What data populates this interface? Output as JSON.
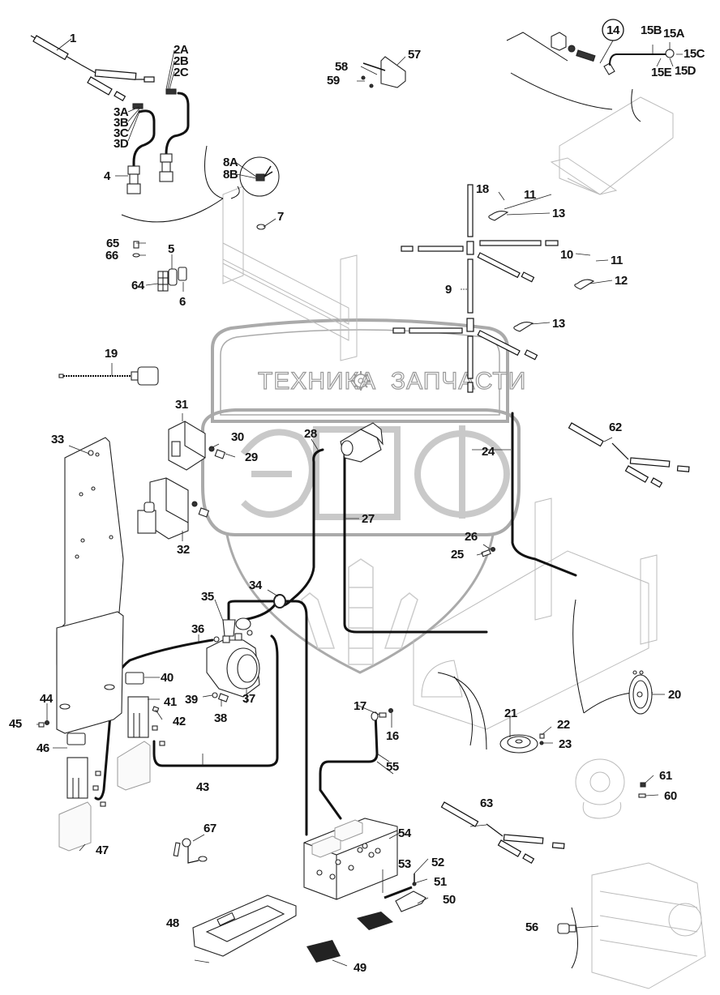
{
  "title": "Electrical system – exploded parts diagram",
  "watermark": {
    "top_left": "ТЕХНИКА",
    "top_right": "ЗАПЧАСТИ",
    "logo_letters": "ЭПФ"
  },
  "callout_labels": {
    "circled": "14"
  },
  "labels": [
    {
      "id": "1",
      "text": "1"
    },
    {
      "id": "2A",
      "text": "2A"
    },
    {
      "id": "2B",
      "text": "2B"
    },
    {
      "id": "2C",
      "text": "2C"
    },
    {
      "id": "3A",
      "text": "3A"
    },
    {
      "id": "3B",
      "text": "3B"
    },
    {
      "id": "3C",
      "text": "3C"
    },
    {
      "id": "3D",
      "text": "3D"
    },
    {
      "id": "4",
      "text": "4"
    },
    {
      "id": "5",
      "text": "5"
    },
    {
      "id": "6",
      "text": "6"
    },
    {
      "id": "7",
      "text": "7"
    },
    {
      "id": "8A",
      "text": "8A"
    },
    {
      "id": "8B",
      "text": "8B"
    },
    {
      "id": "9",
      "text": "9"
    },
    {
      "id": "10",
      "text": "10"
    },
    {
      "id": "11a",
      "text": "11"
    },
    {
      "id": "11b",
      "text": "11"
    },
    {
      "id": "12",
      "text": "12"
    },
    {
      "id": "13a",
      "text": "13"
    },
    {
      "id": "13b",
      "text": "13"
    },
    {
      "id": "15A",
      "text": "15A"
    },
    {
      "id": "15B",
      "text": "15B"
    },
    {
      "id": "15C",
      "text": "15C"
    },
    {
      "id": "15D",
      "text": "15D"
    },
    {
      "id": "15E",
      "text": "15E"
    },
    {
      "id": "16",
      "text": "16"
    },
    {
      "id": "17",
      "text": "17"
    },
    {
      "id": "18",
      "text": "18"
    },
    {
      "id": "19",
      "text": "19"
    },
    {
      "id": "20",
      "text": "20"
    },
    {
      "id": "21",
      "text": "21"
    },
    {
      "id": "22",
      "text": "22"
    },
    {
      "id": "23",
      "text": "23"
    },
    {
      "id": "24",
      "text": "24"
    },
    {
      "id": "25",
      "text": "25"
    },
    {
      "id": "26",
      "text": "26"
    },
    {
      "id": "27",
      "text": "27"
    },
    {
      "id": "28",
      "text": "28"
    },
    {
      "id": "29",
      "text": "29"
    },
    {
      "id": "30",
      "text": "30"
    },
    {
      "id": "31",
      "text": "31"
    },
    {
      "id": "32",
      "text": "32"
    },
    {
      "id": "33",
      "text": "33"
    },
    {
      "id": "34",
      "text": "34"
    },
    {
      "id": "35",
      "text": "35"
    },
    {
      "id": "36",
      "text": "36"
    },
    {
      "id": "37",
      "text": "37"
    },
    {
      "id": "38",
      "text": "38"
    },
    {
      "id": "39",
      "text": "39"
    },
    {
      "id": "40",
      "text": "40"
    },
    {
      "id": "41",
      "text": "41"
    },
    {
      "id": "42",
      "text": "42"
    },
    {
      "id": "43",
      "text": "43"
    },
    {
      "id": "44",
      "text": "44"
    },
    {
      "id": "45",
      "text": "45"
    },
    {
      "id": "46",
      "text": "46"
    },
    {
      "id": "47",
      "text": "47"
    },
    {
      "id": "48",
      "text": "48"
    },
    {
      "id": "49",
      "text": "49"
    },
    {
      "id": "50",
      "text": "50"
    },
    {
      "id": "51",
      "text": "51"
    },
    {
      "id": "52",
      "text": "52"
    },
    {
      "id": "53",
      "text": "53"
    },
    {
      "id": "54",
      "text": "54"
    },
    {
      "id": "55",
      "text": "55"
    },
    {
      "id": "56",
      "text": "56"
    },
    {
      "id": "57",
      "text": "57"
    },
    {
      "id": "58",
      "text": "58"
    },
    {
      "id": "59",
      "text": "59"
    },
    {
      "id": "60",
      "text": "60"
    },
    {
      "id": "61",
      "text": "61"
    },
    {
      "id": "62",
      "text": "62"
    },
    {
      "id": "63",
      "text": "63"
    },
    {
      "id": "64",
      "text": "64"
    },
    {
      "id": "65",
      "text": "65"
    },
    {
      "id": "66",
      "text": "66"
    },
    {
      "id": "67",
      "text": "67"
    }
  ]
}
